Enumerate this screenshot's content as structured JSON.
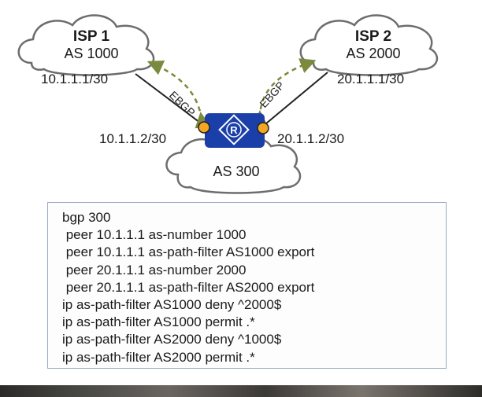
{
  "topology": {
    "isp1": {
      "name": "ISP 1",
      "as": "AS 1000",
      "interface": "10.1.1.1/30"
    },
    "isp2": {
      "name": "ISP 2",
      "as": "AS 2000",
      "interface": "20.1.1.1/30"
    },
    "router": {
      "icon": "router-icon",
      "icon_letter": "R",
      "as": "AS 300",
      "interface_left": "10.1.1.2/30",
      "interface_right": "20.1.1.2/30"
    },
    "session_left_label": "EBGP",
    "session_right_label": "EBGP"
  },
  "colors": {
    "router_fill": "#1b3fa8",
    "port_fill": "#f5a623",
    "ebgp_arrow": "#7a8a3e",
    "cloud_stroke": "#6d6d6d"
  },
  "config": {
    "lines": [
      "bgp 300",
      " peer 10.1.1.1 as-number 1000",
      " peer 10.1.1.1 as-path-filter AS1000 export",
      " peer 20.1.1.1 as-number 2000",
      " peer 20.1.1.1 as-path-filter AS2000 export",
      "ip as-path-filter AS1000 deny ^2000$",
      "ip as-path-filter AS1000 permit .*",
      "ip as-path-filter AS2000 deny ^1000$",
      "ip as-path-filter AS2000 permit .*"
    ]
  }
}
